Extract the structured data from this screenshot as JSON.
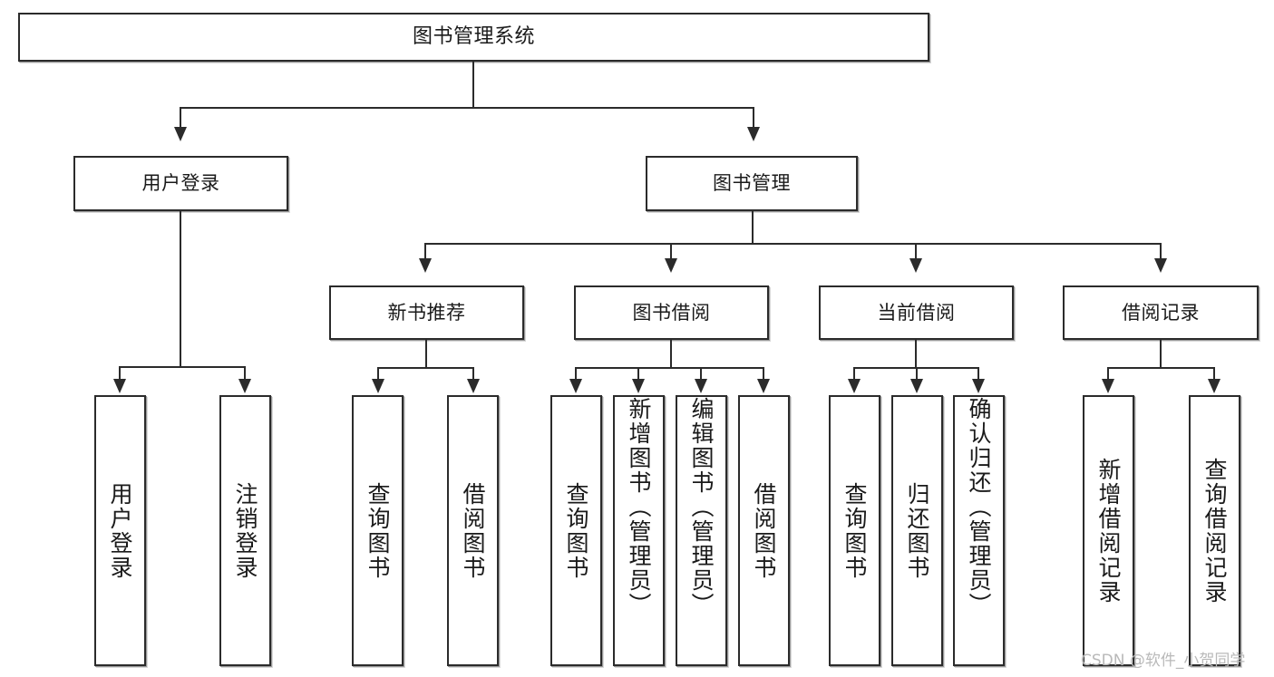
{
  "diagram": {
    "title": "图书管理系统",
    "type": "hierarchy-tree",
    "levels": 4,
    "root": {
      "id": "root",
      "label": "图书管理系统",
      "orientation": "horizontal"
    },
    "level2": [
      {
        "id": "user-login",
        "label": "用户登录",
        "orientation": "horizontal"
      },
      {
        "id": "book-management",
        "label": "图书管理",
        "orientation": "horizontal"
      }
    ],
    "level3": [
      {
        "id": "new-book-recommend",
        "label": "新书推荐",
        "orientation": "horizontal",
        "parent": "book-management"
      },
      {
        "id": "book-borrow",
        "label": "图书借阅",
        "orientation": "horizontal",
        "parent": "book-management"
      },
      {
        "id": "current-borrow",
        "label": "当前借阅",
        "orientation": "horizontal",
        "parent": "book-management"
      },
      {
        "id": "borrow-record",
        "label": "借阅记录",
        "orientation": "horizontal",
        "parent": "book-management"
      }
    ],
    "leaves": [
      {
        "id": "leaf-user-login",
        "label": "用户登录",
        "parent": "user-login"
      },
      {
        "id": "leaf-user-logout",
        "label": "注销登录",
        "parent": "user-login"
      },
      {
        "id": "leaf-query-book-1",
        "label": "查询图书",
        "parent": "new-book-recommend"
      },
      {
        "id": "leaf-borrow-book-1",
        "label": "借阅图书",
        "parent": "new-book-recommend"
      },
      {
        "id": "leaf-query-book-2",
        "label": "查询图书",
        "parent": "book-borrow"
      },
      {
        "id": "leaf-add-book",
        "label": "新增图书（管理员）",
        "parent": "book-borrow"
      },
      {
        "id": "leaf-edit-book",
        "label": "编辑图书（管理员）",
        "parent": "book-borrow"
      },
      {
        "id": "leaf-borrow-book-2",
        "label": "借阅图书",
        "parent": "book-borrow"
      },
      {
        "id": "leaf-query-book-3",
        "label": "查询图书",
        "parent": "current-borrow"
      },
      {
        "id": "leaf-return-book",
        "label": "归还图书",
        "parent": "current-borrow"
      },
      {
        "id": "leaf-confirm-return",
        "label": "确认归还（管理员）",
        "parent": "current-borrow"
      },
      {
        "id": "leaf-add-record",
        "label": "新增借阅记录",
        "parent": "borrow-record"
      },
      {
        "id": "leaf-query-record",
        "label": "查询借阅记录",
        "parent": "borrow-record"
      }
    ],
    "watermark": "CSDN @软件_小贺同学",
    "colors": {
      "stroke": "#2b2b2b",
      "fill": "#ffffff",
      "text": "#1a1a1a",
      "watermark": "#b9b9b9"
    }
  }
}
